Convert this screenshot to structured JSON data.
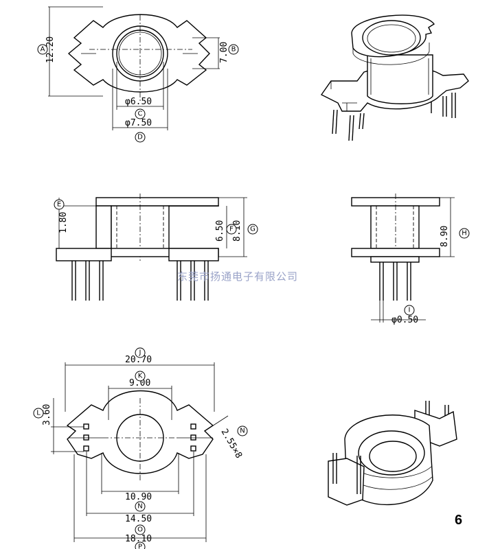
{
  "dimensions": {
    "d_12_20": "12.20",
    "d_7_00": "7.00",
    "d_6_50a": "φ6.50",
    "d_7_50": "φ7.50",
    "d_1_80": "1.80",
    "d_6_50b": "6.50",
    "d_8_10": "8.10",
    "d_8_90": "8.90",
    "d_0_50": "φ0.50",
    "d_20_70": "20.70",
    "d_9_00": "9.00",
    "d_3_60": "3.60",
    "d_2_55": "2.55×8",
    "d_10_90": "10.90",
    "d_14_50": "14.50",
    "d_18_10": "18.10"
  },
  "callouts": {
    "A": "A",
    "B": "B",
    "C": "C",
    "D": "D",
    "E": "E",
    "F": "F",
    "G": "G",
    "H": "H",
    "I": "I",
    "J": "J",
    "K": "K",
    "L": "L",
    "N": "N",
    "O": "O",
    "P": "P"
  },
  "watermark": "东莞市扬通电子有限公司",
  "page_number": "6"
}
